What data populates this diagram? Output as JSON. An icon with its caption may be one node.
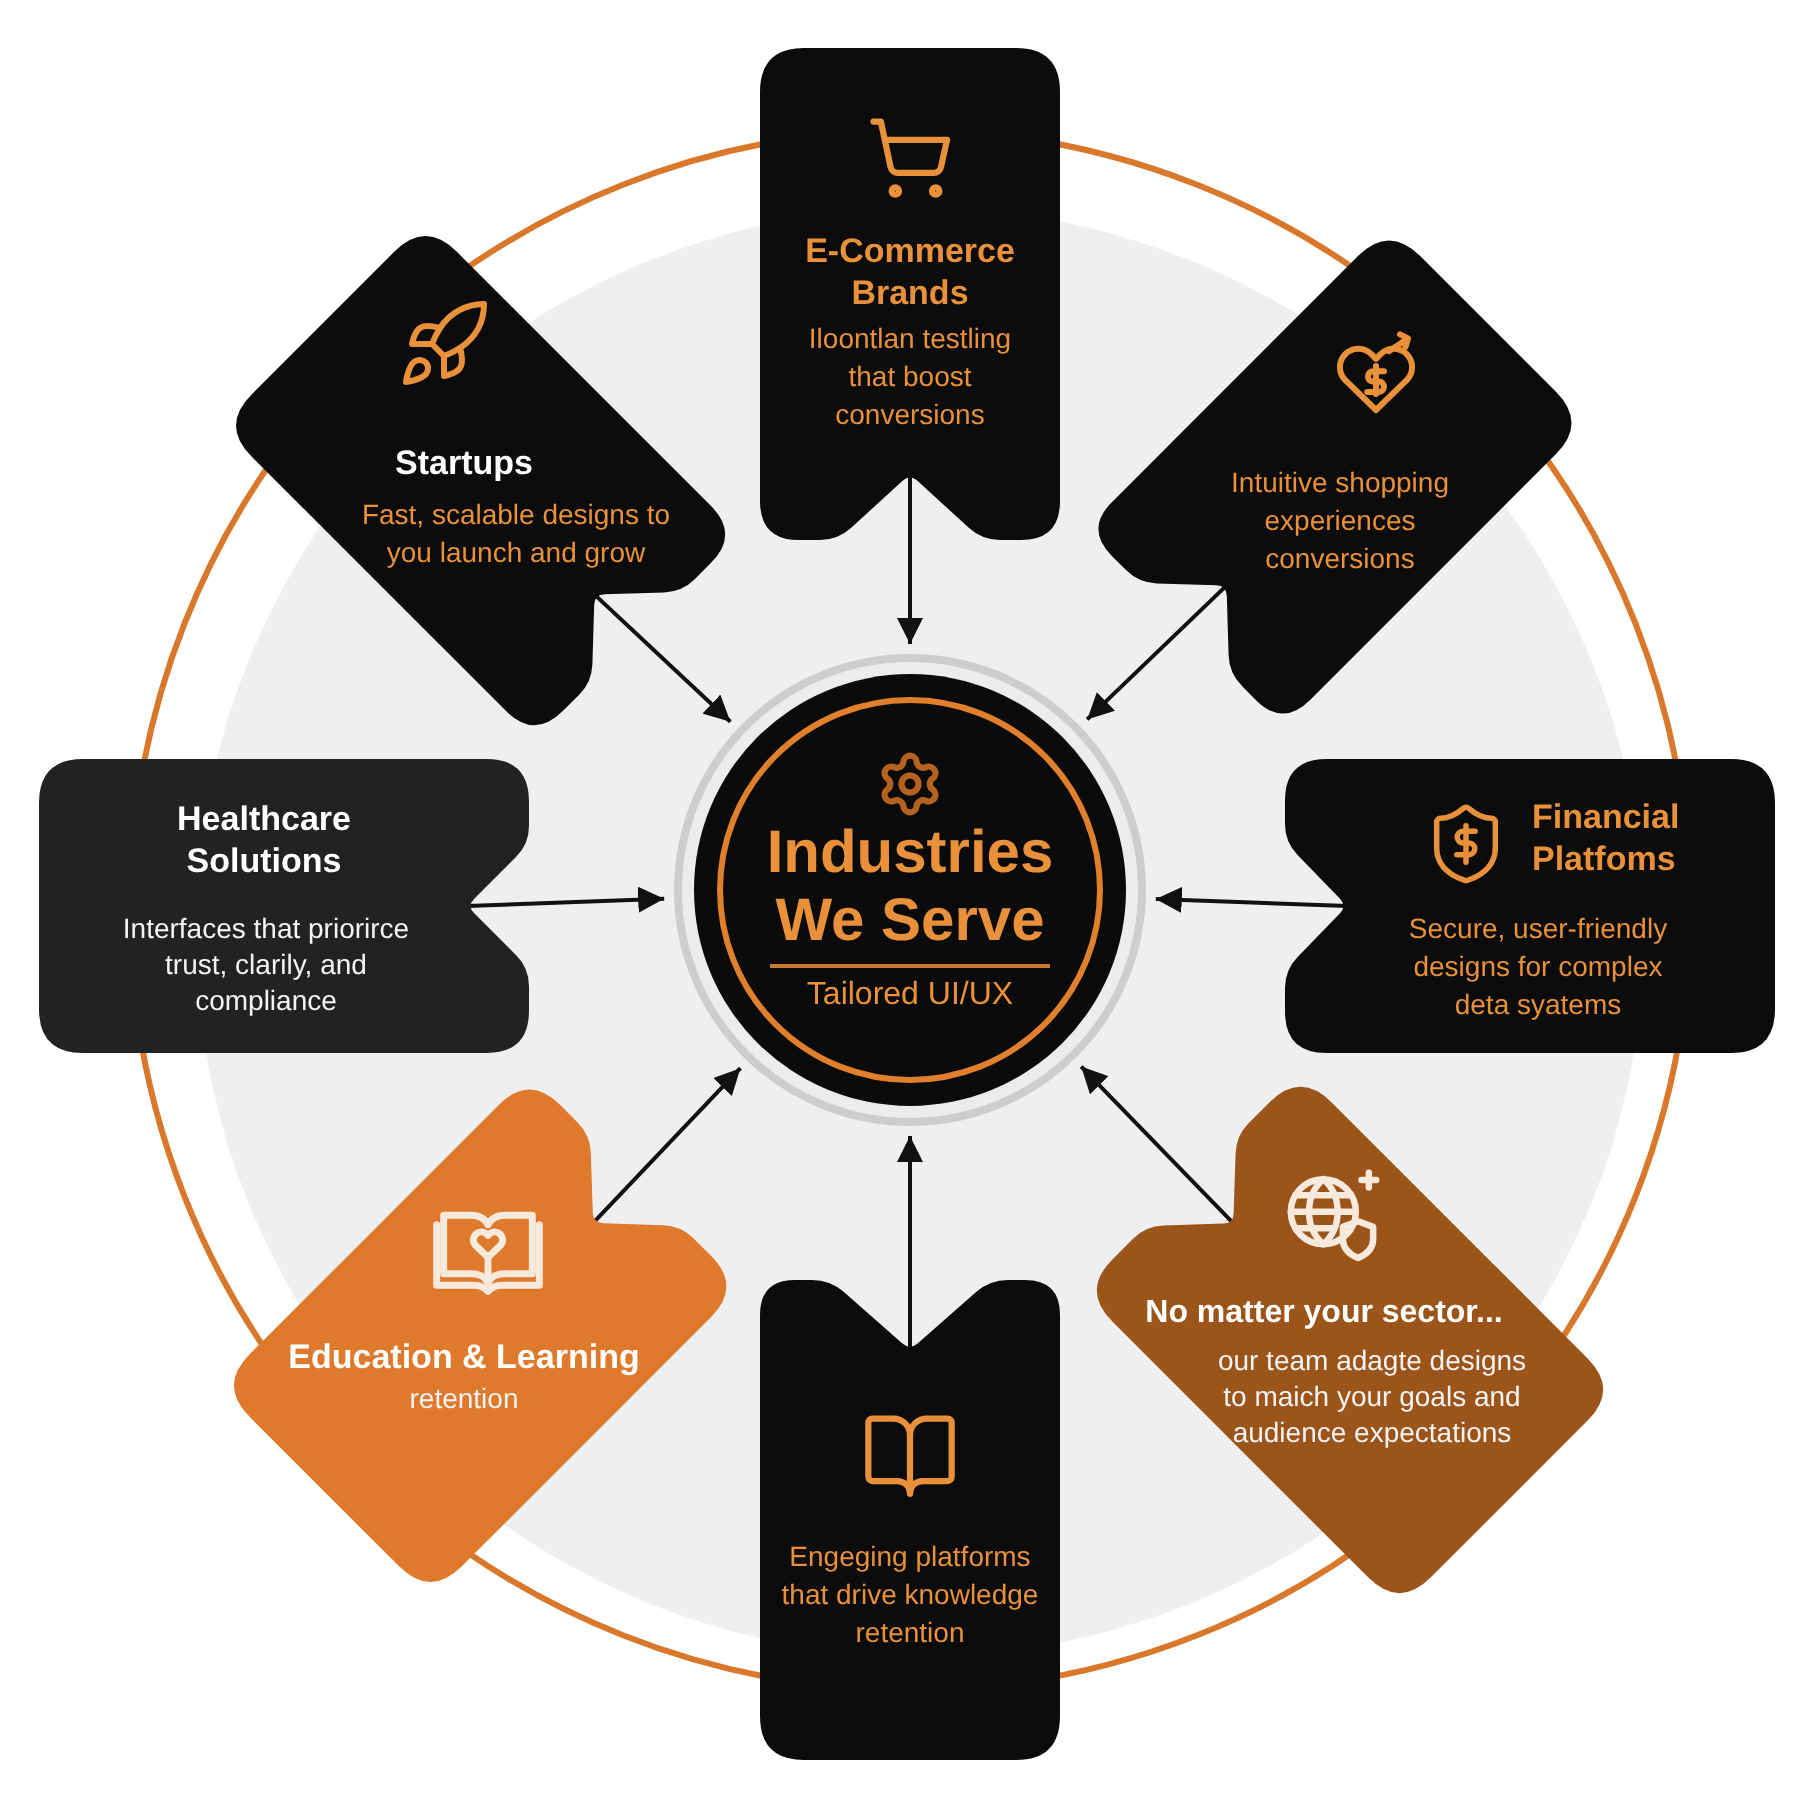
{
  "diagram": {
    "nodes": [
      {
        "text": [
          "E-Commerce Brands",
          "Iloontlan testling that boost conversions"
        ]
      },
      {
        "text": [
          "Startups",
          "Fast, scalable designs to you launch and grow"
        ]
      },
      {
        "text": [
          "Intuitive shopping experiences conversions"
        ]
      },
      {
        "text": [
          "Healthcare Solutions",
          "Interfaces that priorirce trust, clarily, and compliance"
        ]
      },
      {
        "text": [
          "Industries We Serve",
          "Tailored UI/UX"
        ]
      },
      {
        "text": [
          "Financial Platfoms",
          "Secure, user-friendly designs for complex deta syatems"
        ]
      },
      {
        "text": [
          "Education & Learning",
          "retention"
        ]
      },
      {
        "text": [
          "No matter your sector...",
          "our team adagte designs to maich your goals and audience expectations"
        ]
      },
      {
        "text": [
          "Engeging platforms that drive knowledge retention"
        ]
      }
    ],
    "edges": [
      {
        "from": 0,
        "to": 4,
        "arrow": "to"
      },
      {
        "from": 1,
        "to": 4,
        "arrow": "to"
      },
      {
        "from": 2,
        "to": 4,
        "arrow": "to"
      },
      {
        "from": 3,
        "to": 4,
        "arrow": "to"
      },
      {
        "from": 5,
        "to": 4,
        "arrow": "to"
      },
      {
        "from": 6,
        "to": 4,
        "arrow": "to"
      },
      {
        "from": 7,
        "to": 4,
        "arrow": "to"
      },
      {
        "from": 8,
        "to": 4,
        "arrow": "to"
      }
    ]
  }
}
